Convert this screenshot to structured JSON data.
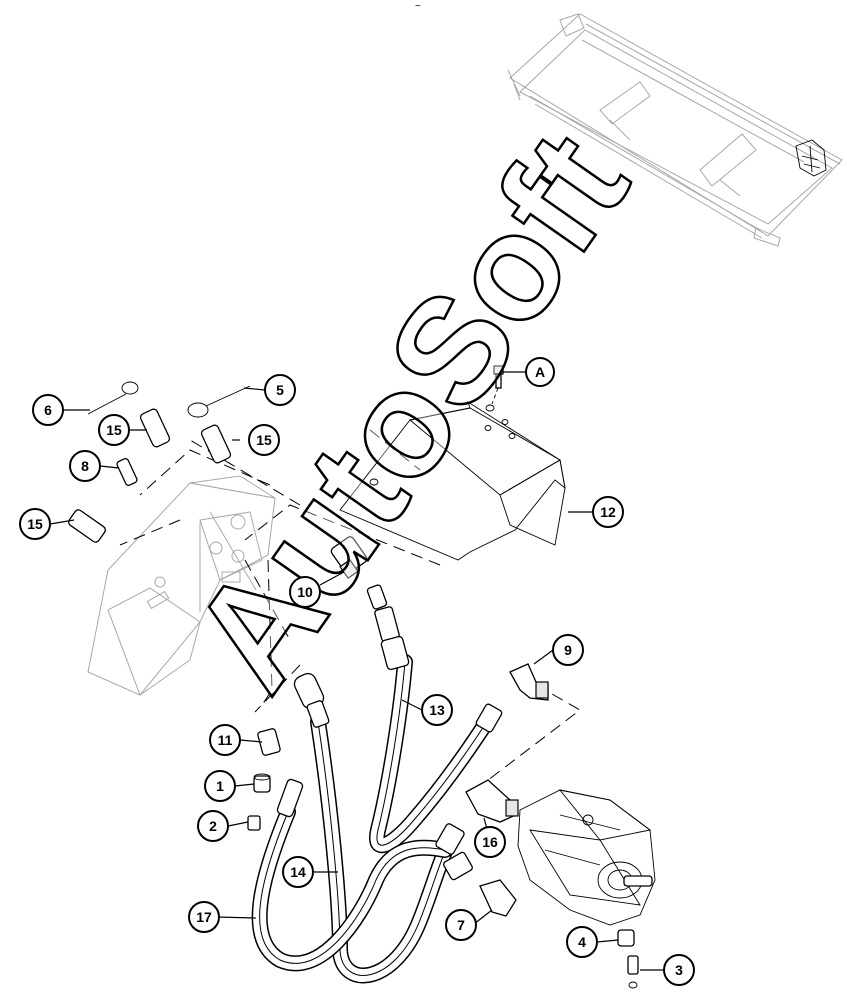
{
  "figure": {
    "corner_mark": "~",
    "watermark": "AutoSoft",
    "reference_label": "A"
  },
  "callouts": [
    {
      "id": "c1",
      "label": "1"
    },
    {
      "id": "c2",
      "label": "2"
    },
    {
      "id": "c3",
      "label": "3"
    },
    {
      "id": "c4",
      "label": "4"
    },
    {
      "id": "c5",
      "label": "5"
    },
    {
      "id": "c6",
      "label": "6"
    },
    {
      "id": "c7",
      "label": "7"
    },
    {
      "id": "c8",
      "label": "8"
    },
    {
      "id": "c9",
      "label": "9"
    },
    {
      "id": "c10",
      "label": "10"
    },
    {
      "id": "c11",
      "label": "11"
    },
    {
      "id": "c12",
      "label": "12"
    },
    {
      "id": "c13",
      "label": "13"
    },
    {
      "id": "c14",
      "label": "14"
    },
    {
      "id": "c15a",
      "label": "15"
    },
    {
      "id": "c15b",
      "label": "15"
    },
    {
      "id": "c15c",
      "label": "15"
    },
    {
      "id": "c16",
      "label": "16"
    },
    {
      "id": "c17",
      "label": "17"
    }
  ]
}
